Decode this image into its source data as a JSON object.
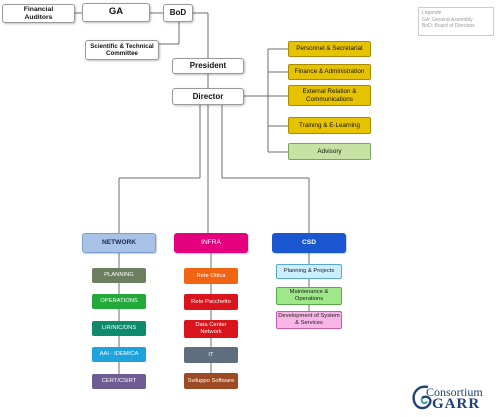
{
  "governance": {
    "financial_auditors": "Financial\nAuditors",
    "ga": "GA",
    "bod": "BoD",
    "scientific_committee": "Scientific & Technical\nCommittee",
    "president": "President",
    "director": "Director"
  },
  "staff_units": [
    "Personnel & Secretariat",
    "Finance & Administration",
    "External Relation &\nCommunications",
    "Training & E-Learning",
    "Advisory"
  ],
  "divisions": {
    "network": {
      "title": "NETWORK",
      "units": [
        "PLANNING",
        "OPERATIONS",
        "LIR/NIC/DNS",
        "AAI - IDEM/CA",
        "CERT/CSIRT"
      ]
    },
    "infra": {
      "title": "INFRA",
      "units": [
        "Rete Ottica",
        "Rete Pacchetto",
        "Data Center\nNetwork",
        "IT",
        "Sviluppo Software"
      ]
    },
    "csd": {
      "title": "CSD",
      "units": [
        "Planning & Projects",
        "Maintenance &\nOperations",
        "Development of System\n& Services"
      ]
    }
  },
  "legend": {
    "title": "Legende",
    "ga": "GA: General Assembly",
    "bod": "BoD: Board of Directors"
  },
  "logo": {
    "line1": "Consortium",
    "line2": "GARR"
  },
  "colors": {
    "staff_yellow": "#e6c300",
    "advisory_green": "#c6e3a4",
    "network_blue": "#a9c3e8",
    "infra_pink": "#e5007e",
    "csd_blue": "#1a56cf",
    "line": "#6e6e6e"
  }
}
